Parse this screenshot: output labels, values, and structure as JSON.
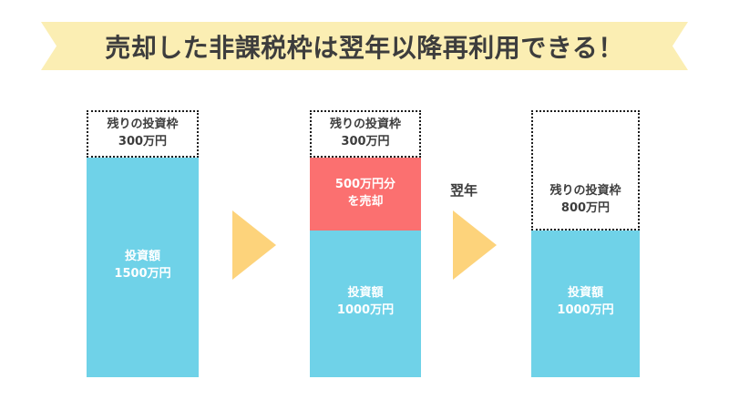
{
  "banner": {
    "title": "売却した非課税枠は翌年以降再利用できる！",
    "fill_color": "#fbeeb3",
    "text_color": "#3d3d3d"
  },
  "colors": {
    "invested": "#6fd2e8",
    "sold": "#fb7070",
    "arrow": "#fdd37b",
    "quota_border": "#1c1c1c",
    "quota_fill": "#ffffff"
  },
  "columns": [
    {
      "name": "before-sale",
      "quota": {
        "label": "残りの投資枠",
        "amount": "300万円"
      },
      "segments": [
        {
          "name": "invested",
          "line1": "投資額",
          "line2": "1500万円"
        }
      ]
    },
    {
      "name": "at-sale",
      "quota": {
        "label": "残りの投資枠",
        "amount": "300万円"
      },
      "segments": [
        {
          "name": "sold",
          "line1": "500万円分",
          "line2": "を売却"
        },
        {
          "name": "invested",
          "line1": "投資額",
          "line2": "1000万円"
        }
      ]
    },
    {
      "name": "next-year",
      "quota": {
        "label": "残りの投資枠",
        "amount": "800万円"
      },
      "segments": [
        {
          "name": "invested",
          "line1": "投資額",
          "line2": "1000万円"
        }
      ]
    }
  ],
  "arrows": [
    {
      "name": "arrow-1",
      "label": ""
    },
    {
      "name": "arrow-2",
      "label": "翌年"
    }
  ]
}
